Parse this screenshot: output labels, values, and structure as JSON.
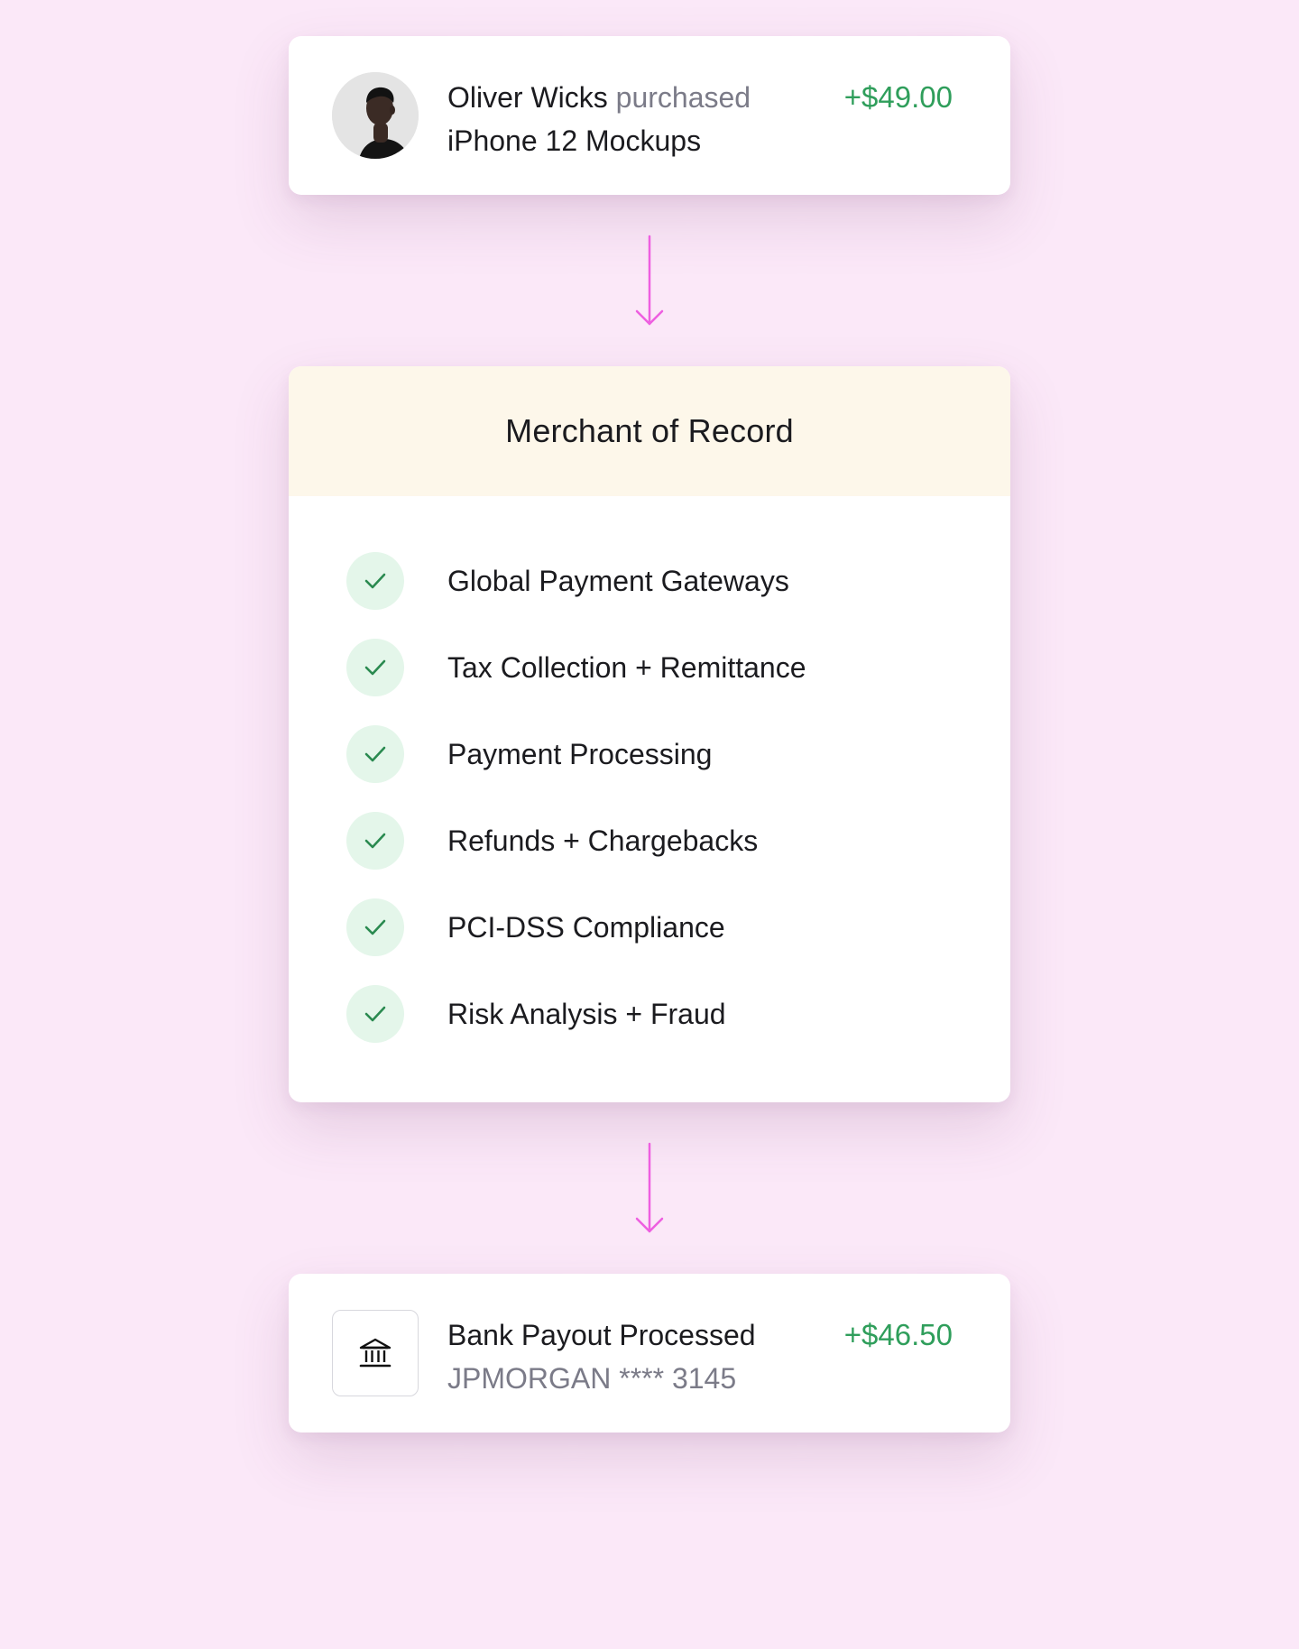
{
  "colors": {
    "background": "#fbe8f8",
    "card": "#ffffff",
    "accent_arrow": "#ee5fe0",
    "positive_amount": "#2f9e5b",
    "check_bg": "#e4f6ea",
    "check_mark": "#2a8a50",
    "merchant_header_bg": "#fdf7ea"
  },
  "purchase": {
    "avatar_icon": "person-avatar",
    "buyer": "Oliver Wicks",
    "action": "purchased",
    "product": "iPhone 12 Mockups",
    "amount": "+$49.00"
  },
  "merchant": {
    "title": "Merchant of Record",
    "check_icon": "checkmark-icon",
    "features": [
      {
        "label": "Global Payment Gateways"
      },
      {
        "label": "Tax Collection + Remittance"
      },
      {
        "label": "Payment Processing"
      },
      {
        "label": "Refunds + Chargebacks"
      },
      {
        "label": "PCI-DSS Compliance"
      },
      {
        "label": "Risk Analysis + Fraud"
      }
    ]
  },
  "payout": {
    "icon": "bank-icon",
    "title": "Bank Payout Processed",
    "account": "JPMORGAN **** 3145",
    "amount": "+$46.50"
  },
  "arrows": {
    "icon": "arrow-down-icon"
  }
}
